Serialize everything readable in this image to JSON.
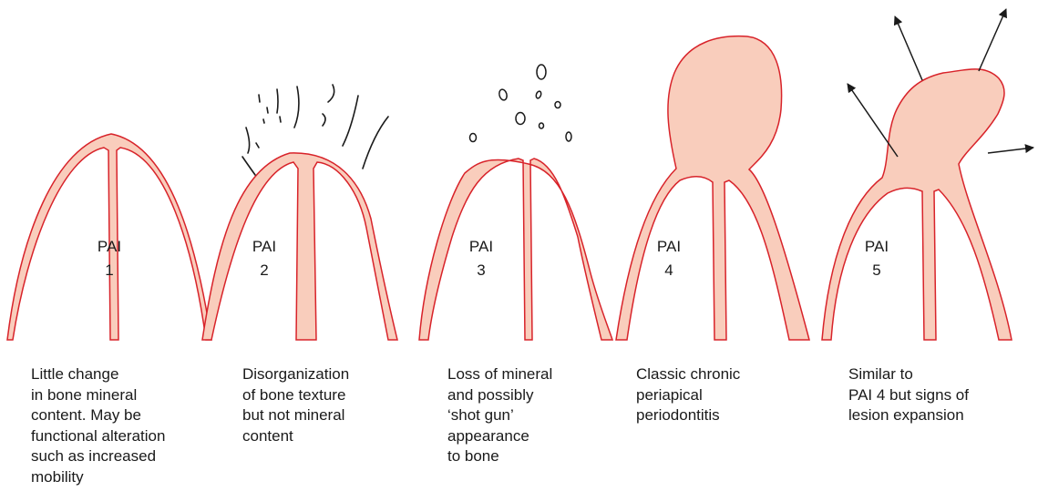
{
  "colors": {
    "outline": "#d8232a",
    "fill": "#f9cdbc",
    "ink": "#1a1a1a"
  },
  "panels": [
    {
      "label_line1": "PAI",
      "label_line2": "1",
      "caption": "Little change\nin bone mineral\ncontent.  May be\nfunctional alteration\nsuch as increased\nmobility"
    },
    {
      "label_line1": "PAI",
      "label_line2": "2",
      "caption": "Disorganization\nof bone texture\nbut not mineral\ncontent"
    },
    {
      "label_line1": "PAI",
      "label_line2": "3",
      "caption": "Loss of mineral\nand possibly\n‘shot gun’\nappearance\nto bone"
    },
    {
      "label_line1": "PAI",
      "label_line2": "4",
      "caption": "Classic chronic\nperiapical\nperiodontitis"
    },
    {
      "label_line1": "PAI",
      "label_line2": "5",
      "caption": "Similar to\nPAI 4 but signs of\nlesion expansion"
    }
  ]
}
